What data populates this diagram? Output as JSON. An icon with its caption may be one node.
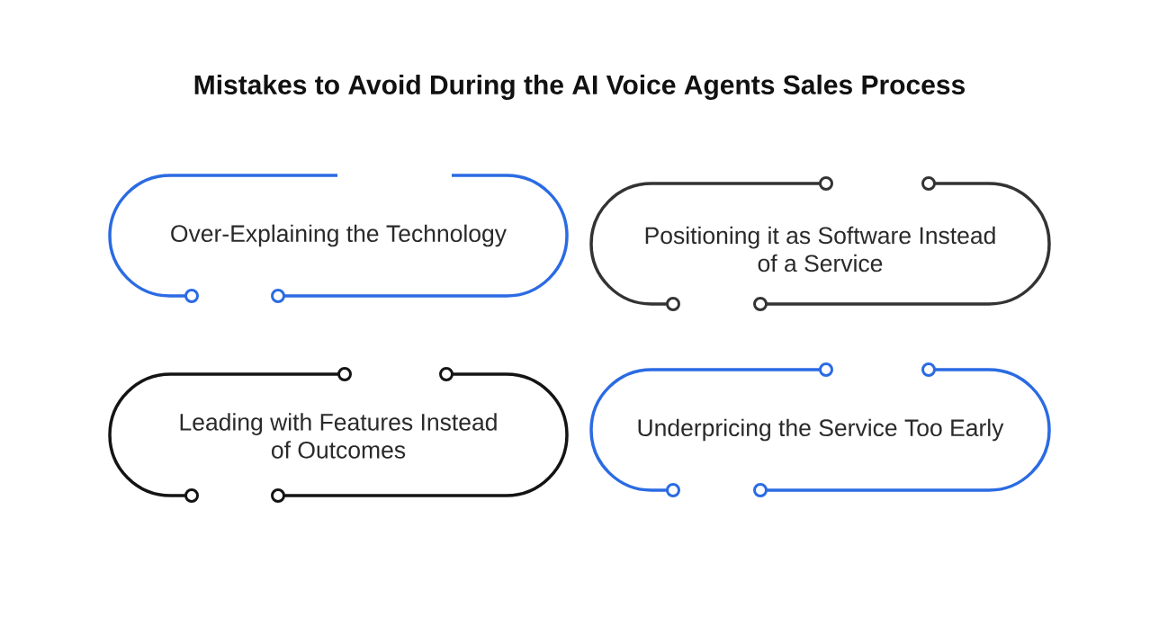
{
  "diagram": {
    "title": "Mistakes to Avoid During the AI Voice Agents Sales Process",
    "nodes": [
      {
        "text": [
          "Over-Explaining the Technology"
        ]
      },
      {
        "text": [
          "Positioning it as Software Instead of a Service"
        ]
      },
      {
        "text": [
          "Leading with Features Instead of Outcomes"
        ]
      },
      {
        "text": [
          "Underpricing the Service Too Early"
        ]
      }
    ]
  }
}
